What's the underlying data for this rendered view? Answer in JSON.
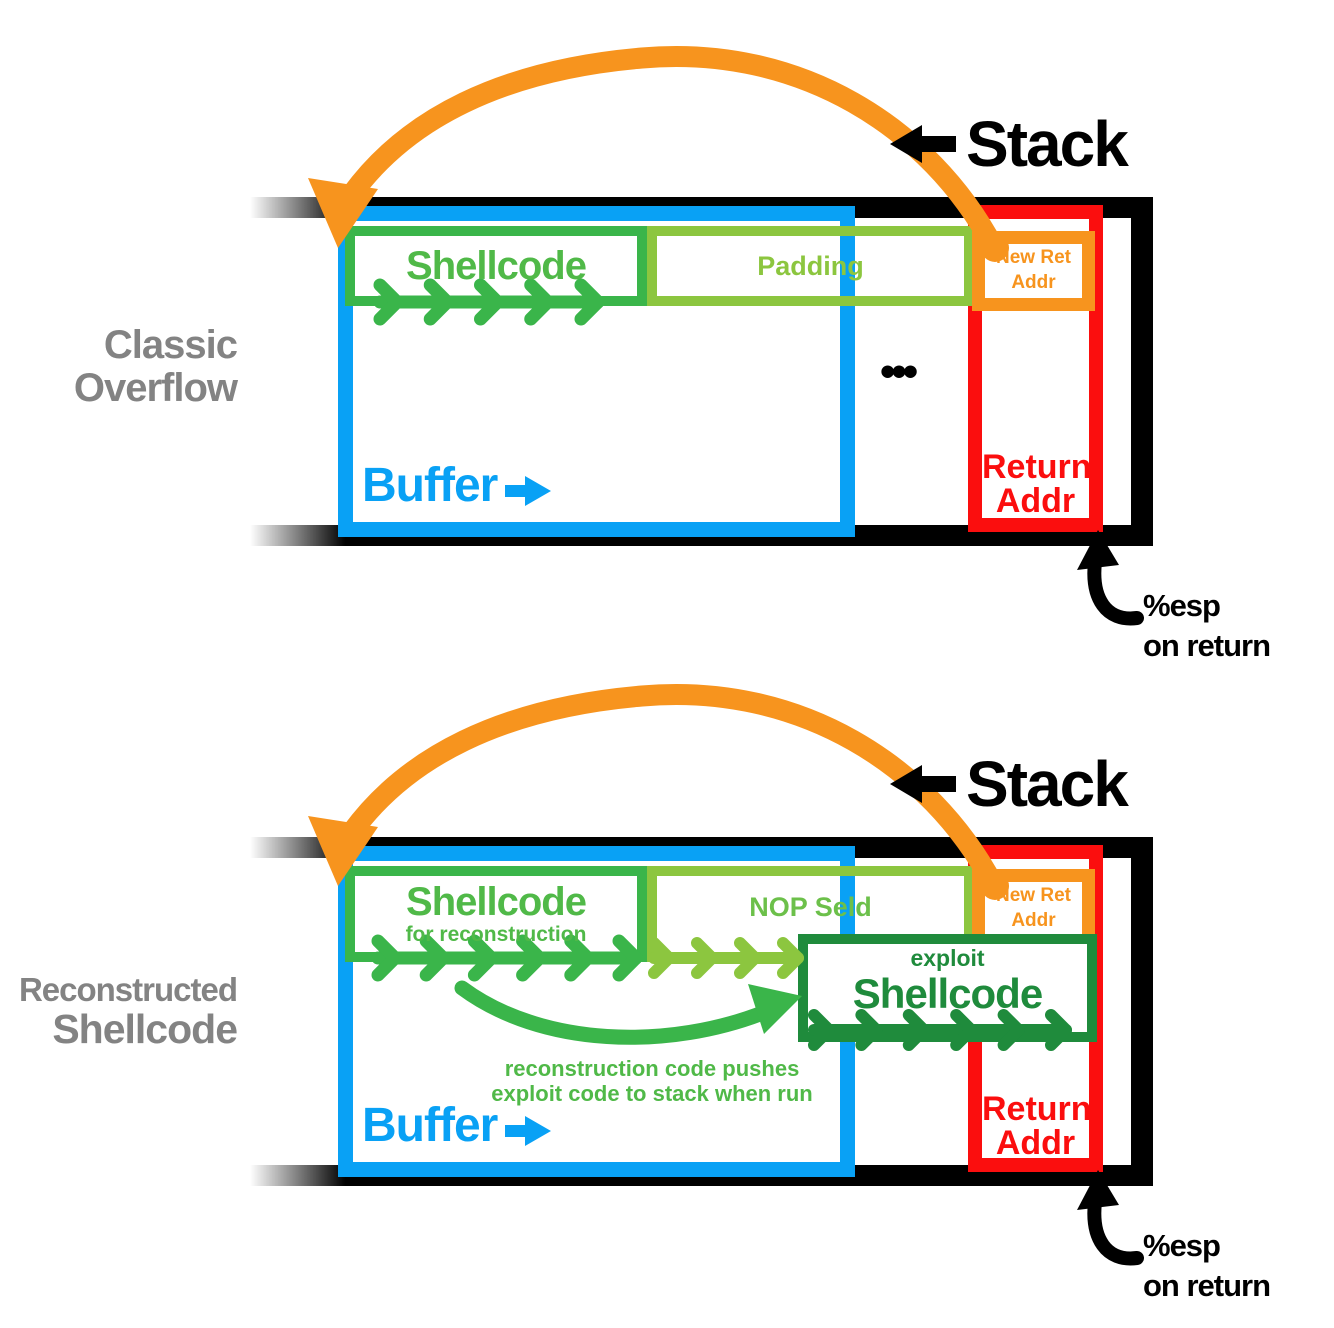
{
  "colors": {
    "blue": "#09A1F5",
    "green_mid": "#3AB54A",
    "green_text": "#50B948",
    "green_light": "#8CC63F",
    "green_nop_text": "#6CC04A",
    "green_dark": "#1F8B3C",
    "orange": "#F7941E",
    "red": "#FB0E0E",
    "gray": "#838383",
    "black": "#000000"
  },
  "top_diagram": {
    "section_label": [
      "Classic",
      "Overflow"
    ],
    "stack_label": "Stack",
    "buffer_label": "Buffer",
    "shellcode_label": "Shellcode",
    "padding_label": "Padding",
    "new_ret_addr": [
      "New Ret",
      "Addr"
    ],
    "return_addr": [
      "Return",
      "Addr"
    ],
    "ellipsis": "•••",
    "esp_label": [
      "%esp",
      "on return"
    ]
  },
  "bottom_diagram": {
    "section_label": [
      "Reconstructed",
      "Shellcode"
    ],
    "stack_label": "Stack",
    "buffer_label": "Buffer",
    "shellcode_label": "Shellcode",
    "shellcode_sub": "for reconstruction",
    "nop_label": "NOP Seld",
    "exploit_label": [
      "exploit",
      "Shellcode"
    ],
    "new_ret_addr": [
      "New Ret",
      "Addr"
    ],
    "return_addr": [
      "Return",
      "Addr"
    ],
    "pushes_label": [
      "reconstruction code pushes",
      "exploit code to stack when run"
    ],
    "esp_label": [
      "%esp",
      "on return"
    ]
  },
  "icons": {
    "stack_arrow": "left-arrow",
    "buffer_arrow": "right-arrow",
    "esp_arrow": "curved-black-up-arrow",
    "overflow_arrow": "curved-orange-arrow",
    "reconstruction_arrow": "curved-green-right-arrow"
  }
}
